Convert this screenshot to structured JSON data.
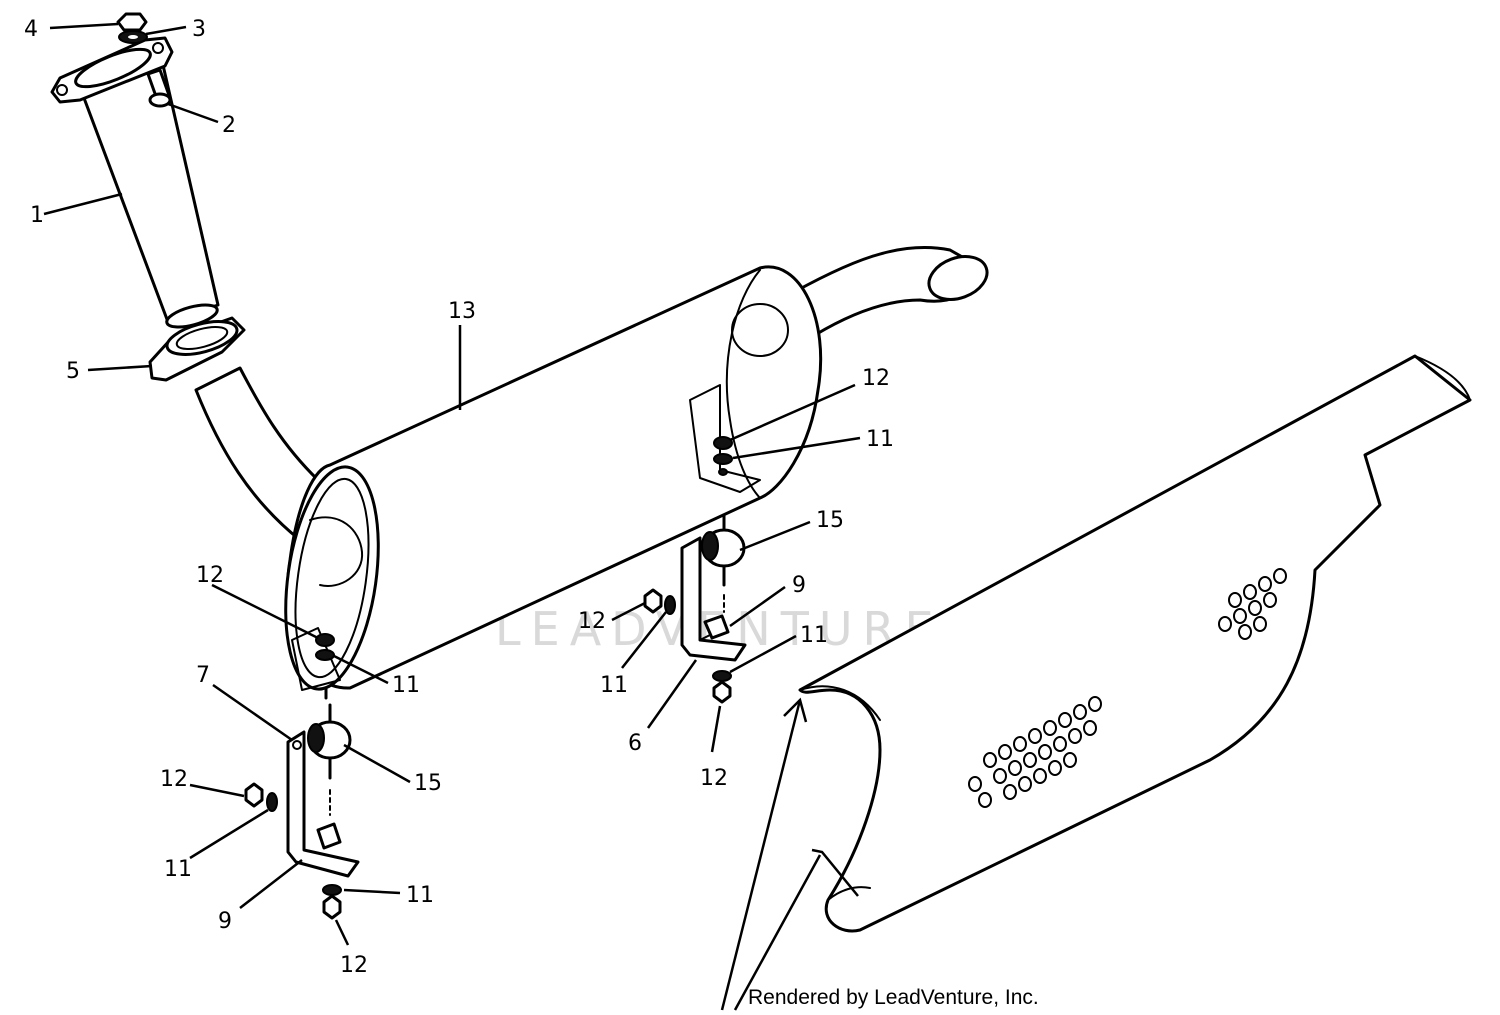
{
  "diagram": {
    "watermark": "LEADVENTURE",
    "credit": "Rendered by LeadVenture, Inc.",
    "callouts": {
      "c4": "4",
      "c3": "3",
      "c2": "2",
      "c1": "1",
      "c5": "5",
      "c13": "13",
      "c12a": "12",
      "c11a": "11",
      "c15a": "15",
      "c9a": "9",
      "c12b": "12",
      "c11b": "11",
      "c11c": "11",
      "c6": "6",
      "c12c": "12",
      "c12d": "12",
      "c11d": "11",
      "c7": "7",
      "c15b": "15",
      "c12e": "12",
      "c11e": "11",
      "c9b": "9",
      "c11f": "11",
      "c12f": "12"
    }
  }
}
